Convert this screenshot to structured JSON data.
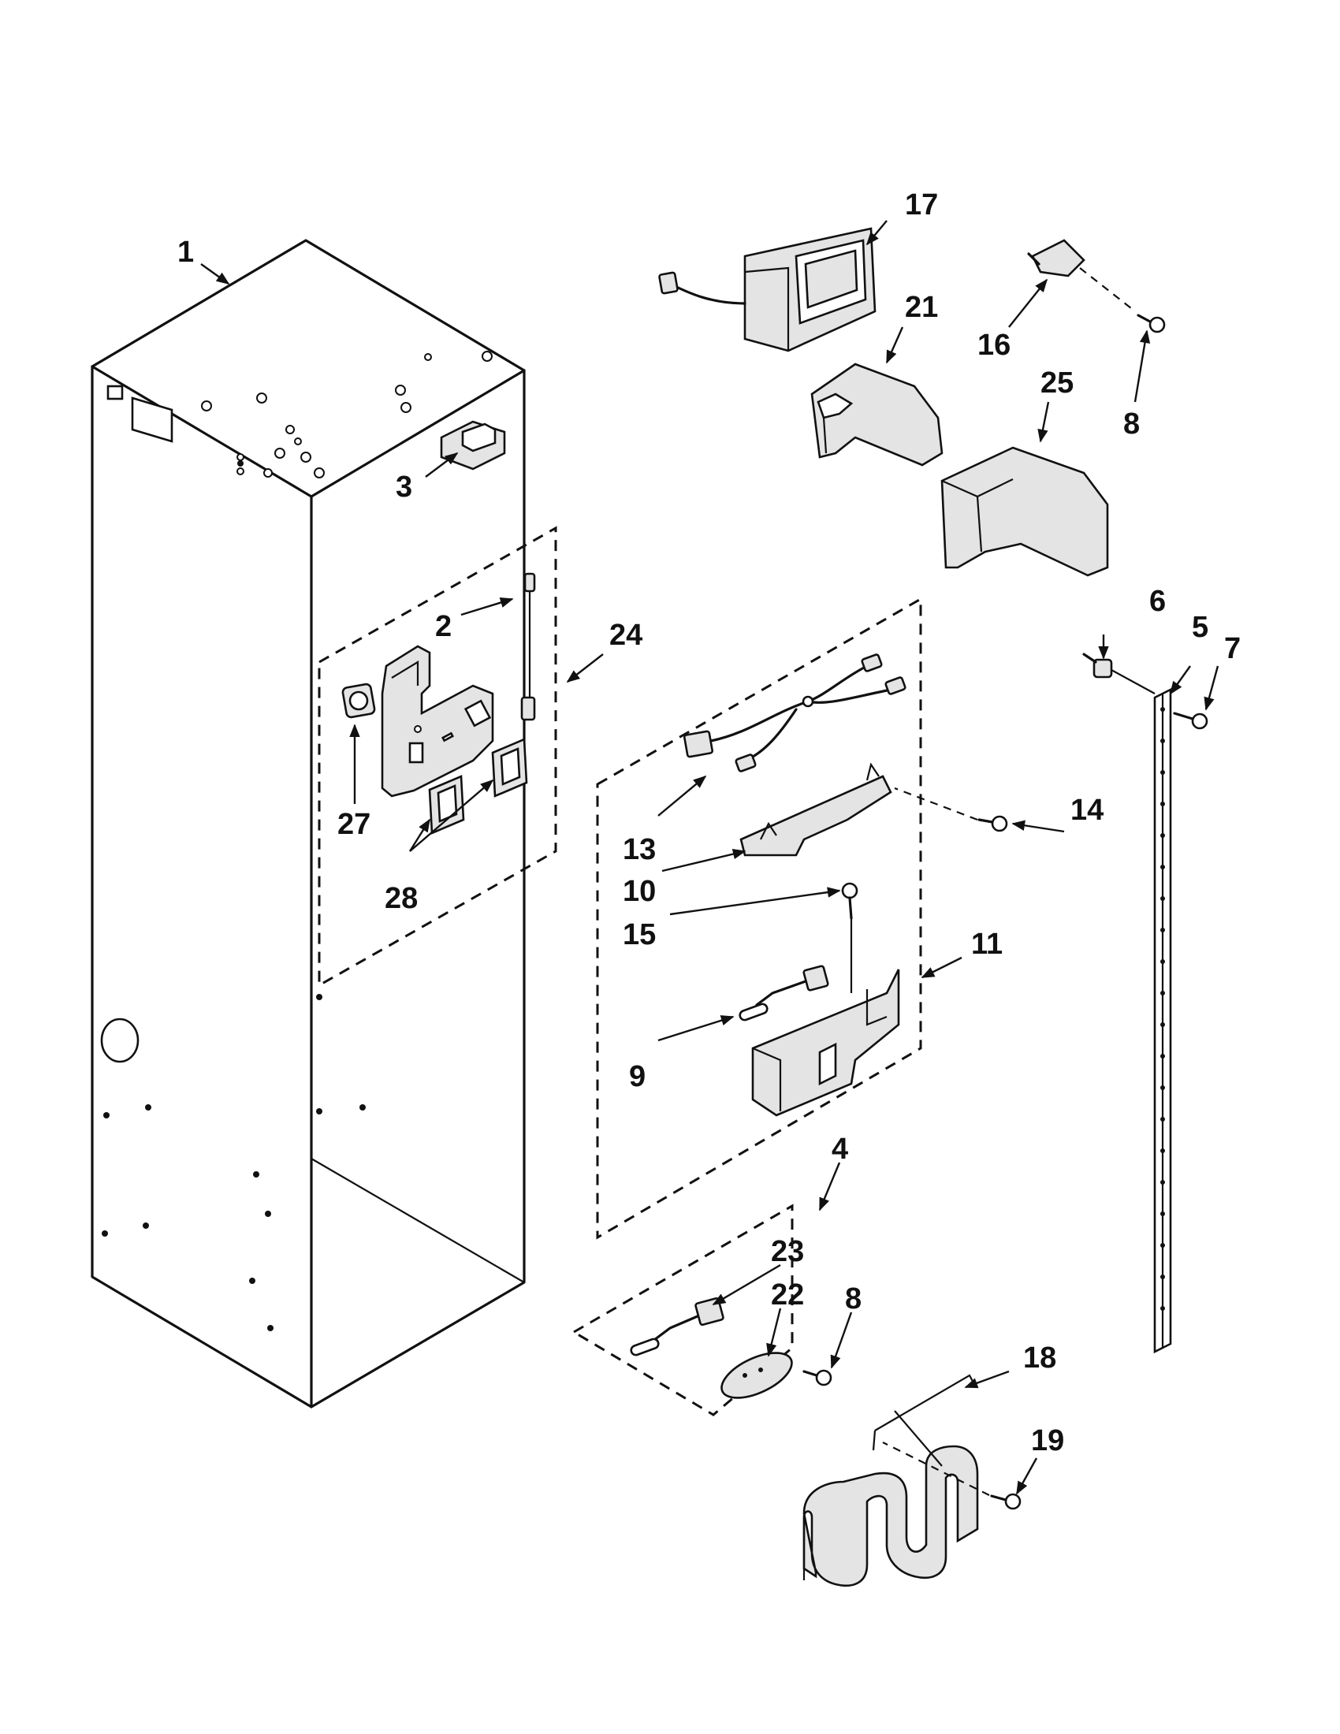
{
  "callouts": {
    "c1": "1",
    "c2": "2",
    "c3": "3",
    "c4": "4",
    "c5": "5",
    "c6": "6",
    "c7": "7",
    "c8a": "8",
    "c8b": "8",
    "c9": "9",
    "c10": "10",
    "c11": "11",
    "c13": "13",
    "c14": "14",
    "c15": "15",
    "c16": "16",
    "c17": "17",
    "c18": "18",
    "c19": "19",
    "c21": "21",
    "c22": "22",
    "c23": "23",
    "c24": "24",
    "c25": "25",
    "c27": "27",
    "c28": "28"
  }
}
